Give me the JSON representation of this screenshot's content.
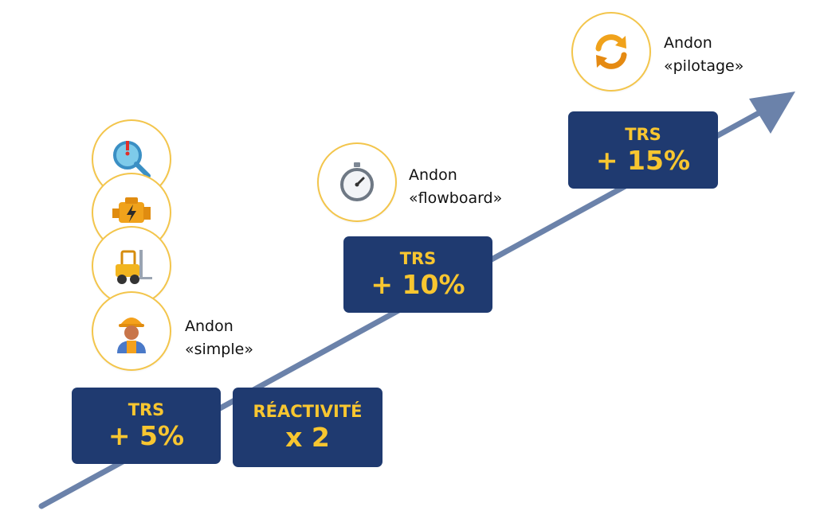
{
  "colors": {
    "box_bg": "#1f3a70",
    "box_text": "#f8c630",
    "circle_border": "#f3c54b",
    "arrow": "#6b82aa"
  },
  "stages": [
    {
      "andon_line1": "Andon",
      "andon_line2": "«simple»",
      "icons": [
        "worker-icon",
        "forklift-icon",
        "engine-icon",
        "magnifier-alert-icon"
      ]
    },
    {
      "andon_line1": "Andon",
      "andon_line2": "«flowboard»",
      "icons": [
        "stopwatch-icon"
      ]
    },
    {
      "andon_line1": "Andon",
      "andon_line2": "«pilotage»",
      "icons": [
        "refresh-cycle-icon"
      ]
    }
  ],
  "boxes": {
    "trs5": {
      "line1": "TRS",
      "line2": "+ 5%"
    },
    "reactivite": {
      "line1": "RÉACTIVITÉ",
      "line2": "x 2"
    },
    "trs10": {
      "line1": "TRS",
      "line2": "+ 10%"
    },
    "trs15": {
      "line1": "TRS",
      "line2": "+ 15%"
    }
  }
}
